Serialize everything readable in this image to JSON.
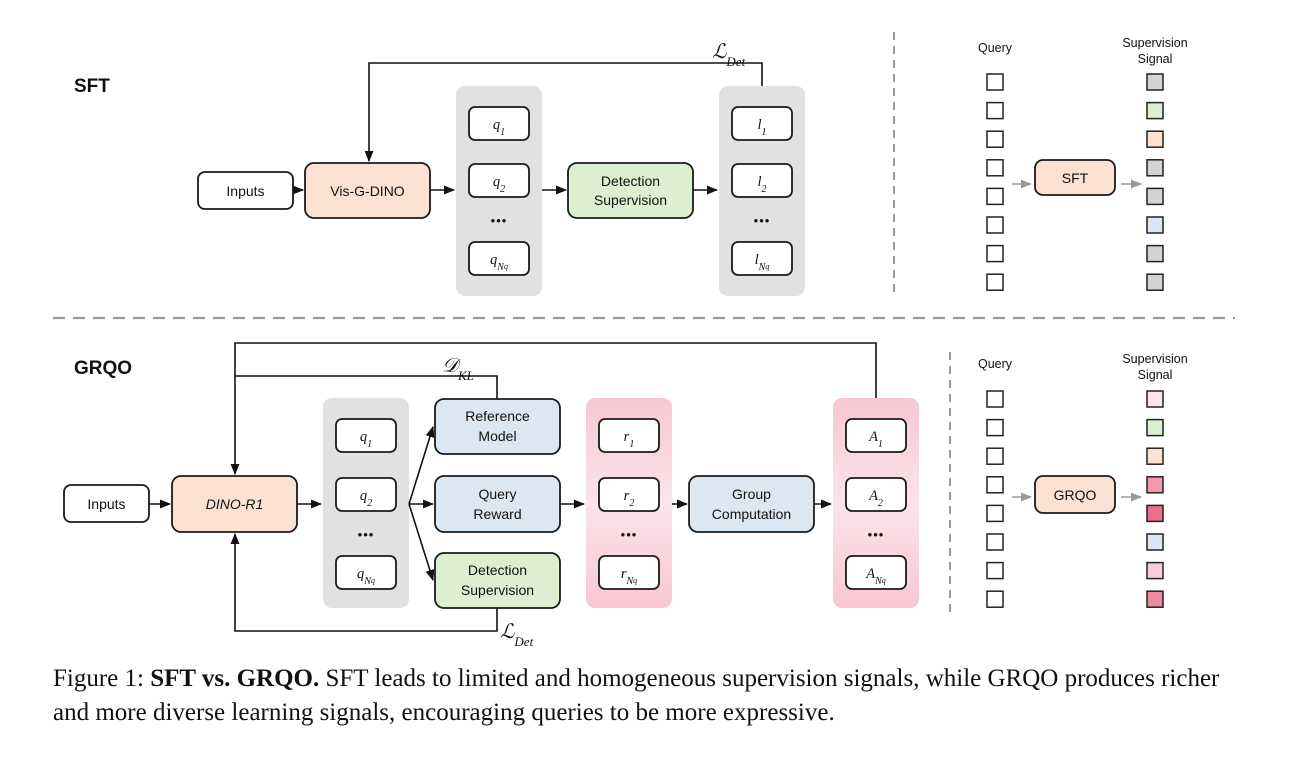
{
  "sft": {
    "section_label": "SFT",
    "inputs": "Inputs",
    "model": "Vis-G-DINO",
    "detection": [
      "Detection",
      "Supervision"
    ],
    "loss": {
      "symbol": "ℒ",
      "sub": "Det"
    },
    "queries": [
      {
        "base": "q",
        "sub": "1"
      },
      {
        "base": "q",
        "sub": "2"
      },
      {
        "base": "q",
        "sub": "N",
        "subsub": "q"
      }
    ],
    "labels": [
      {
        "base": "l",
        "sub": "1"
      },
      {
        "base": "l",
        "sub": "2"
      },
      {
        "base": "l",
        "sub": "N",
        "subsub": "q"
      }
    ],
    "ellipsis": "•••",
    "panel": {
      "query_header": "Query",
      "signal_header": [
        "Supervision",
        "Signal"
      ],
      "method": "SFT",
      "signal_colors": [
        "#d4d4d4",
        "#dcefd2",
        "#fbe1cf",
        "#d4d4d4",
        "#d4d4d4",
        "#dce6f3",
        "#d4d4d4",
        "#d4d4d4"
      ]
    }
  },
  "grqo": {
    "section_label": "GRQO",
    "inputs": "Inputs",
    "model": "DINO-R1",
    "reference": [
      "Reference",
      "Model"
    ],
    "reward": [
      "Query",
      "Reward"
    ],
    "detection": [
      "Detection",
      "Supervision"
    ],
    "group": [
      "Group",
      "Computation"
    ],
    "kl": {
      "symbol": "𝒟",
      "sub": "KL"
    },
    "loss": {
      "symbol": "ℒ",
      "sub": "Det"
    },
    "queries": [
      {
        "base": "q",
        "sub": "1"
      },
      {
        "base": "q",
        "sub": "2"
      },
      {
        "base": "q",
        "sub": "N",
        "subsub": "q"
      }
    ],
    "rewards": [
      {
        "base": "r",
        "sub": "1"
      },
      {
        "base": "r",
        "sub": "2"
      },
      {
        "base": "r",
        "sub": "N",
        "subsub": "q"
      }
    ],
    "advantages": [
      {
        "base": "A",
        "sub": "1"
      },
      {
        "base": "A",
        "sub": "2"
      },
      {
        "base": "A",
        "sub": "N",
        "subsub": "q"
      }
    ],
    "ellipsis": "•••",
    "panel": {
      "query_header": "Query",
      "signal_header": [
        "Supervision",
        "Signal"
      ],
      "method": "GRQO",
      "signal_colors": [
        "#fbe3ea",
        "#dcefd2",
        "#fbe1cf",
        "#f19aad",
        "#ea6f8a",
        "#dce6f3",
        "#f8cdd7",
        "#ee8aa0"
      ]
    }
  },
  "colors": {
    "model_fill": "#fbe1d2",
    "detect_fill": "#dcf0d1",
    "blue_fill": "#dce7f4",
    "gray_column": "#e1e1e1",
    "pink_column": "#f9d2dc",
    "line": "#111111",
    "arrow_gray": "#999999",
    "dash": "#999999"
  },
  "caption": {
    "prefix": "Figure 1: ",
    "bold": "SFT vs. GRQO.",
    "text": " SFT leads to limited and homogeneous supervision signals, while GRQO produces richer and more diverse learning signals, encouraging queries to be more expressive."
  }
}
